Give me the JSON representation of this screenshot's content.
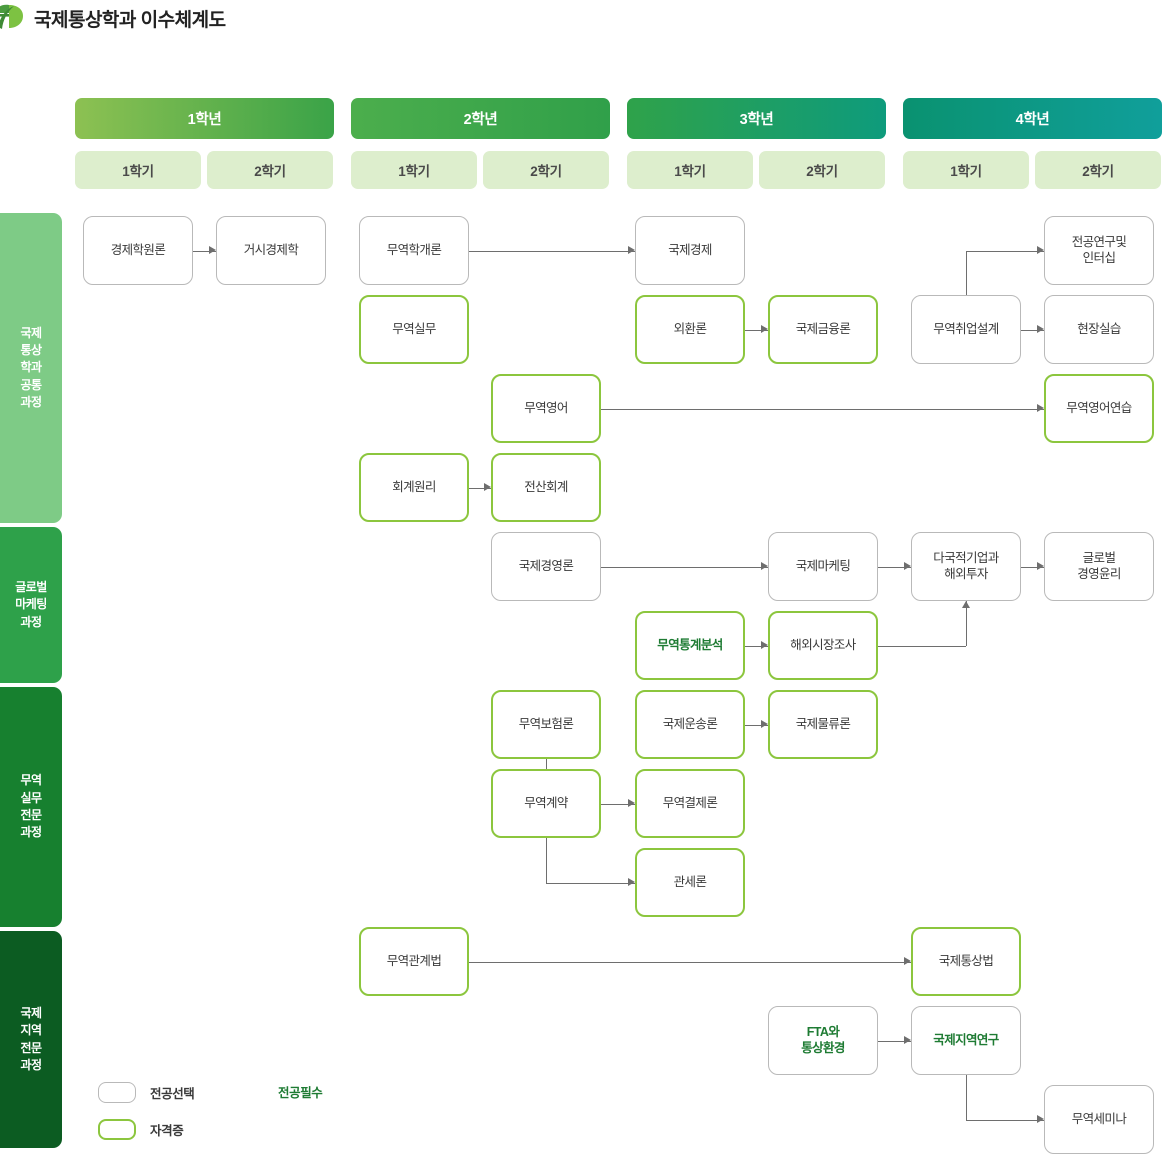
{
  "header": {
    "title": "국제통상학과 이수체계도",
    "logo_icon": "leaf-logo-icon"
  },
  "years": [
    {
      "label": "1학년",
      "color_from": "#8dc152",
      "color_to": "#3aa348"
    },
    {
      "label": "2학년",
      "color_from": "#4cae4c",
      "color_to": "#30a04a"
    },
    {
      "label": "3학년",
      "color_from": "#2fa24a",
      "color_to": "#0e9b7c"
    },
    {
      "label": "4학년",
      "color_from": "#0a9270",
      "color_to": "#109f9b"
    }
  ],
  "semesters": [
    {
      "label": "1학기"
    },
    {
      "label": "2학기"
    },
    {
      "label": "1학기"
    },
    {
      "label": "2학기"
    },
    {
      "label": "1학기"
    },
    {
      "label": "2학기"
    },
    {
      "label": "1학기"
    },
    {
      "label": "2학기"
    }
  ],
  "tracks": [
    {
      "lines": [
        "국제",
        "통상",
        "학과",
        "공통",
        "과정"
      ],
      "color": "#7ecb86"
    },
    {
      "lines": [
        "글로벌",
        "마케팅",
        "과정"
      ],
      "color": "#2ea14a"
    },
    {
      "lines": [
        "무역",
        "실무",
        "전문",
        "과정"
      ],
      "color": "#17802f"
    },
    {
      "lines": [
        "국제",
        "지역",
        "전문",
        "과정"
      ],
      "color": "#0c5c22"
    }
  ],
  "legend": {
    "elective": "전공선택",
    "required": "전공필수",
    "certificate": "자격증",
    "colors": {
      "elective_border": "#b9b9b9",
      "certificate_border": "#8cc63e",
      "required_text": "#1e7b33"
    }
  },
  "courses": [
    {
      "id": "c1",
      "label": "경제학원론",
      "type": "sel"
    },
    {
      "id": "c2",
      "label": "거시경제학",
      "type": "sel"
    },
    {
      "id": "c3",
      "label": "무역학개론",
      "type": "sel"
    },
    {
      "id": "c4",
      "label": "무역실무",
      "type": "cert"
    },
    {
      "id": "c5",
      "label": "국제경제",
      "type": "sel"
    },
    {
      "id": "c6",
      "label": "외환론",
      "type": "cert"
    },
    {
      "id": "c7",
      "label": "국제금융론",
      "type": "cert"
    },
    {
      "id": "c8",
      "label": "무역취업설계",
      "type": "sel"
    },
    {
      "id": "c9",
      "label": "전공연구및\n인터십",
      "type": "sel"
    },
    {
      "id": "c10",
      "label": "현장실습",
      "type": "sel"
    },
    {
      "id": "c11",
      "label": "무역영어",
      "type": "cert"
    },
    {
      "id": "c12",
      "label": "무역영어연습",
      "type": "cert"
    },
    {
      "id": "c13",
      "label": "회계원리",
      "type": "cert"
    },
    {
      "id": "c14",
      "label": "전산회계",
      "type": "cert"
    },
    {
      "id": "c15",
      "label": "국제경영론",
      "type": "sel"
    },
    {
      "id": "c16",
      "label": "국제마케팅",
      "type": "sel"
    },
    {
      "id": "c17",
      "label": "다국적기업과\n해외투자",
      "type": "sel"
    },
    {
      "id": "c18",
      "label": "글로벌\n경영윤리",
      "type": "sel"
    },
    {
      "id": "c19",
      "label": "무역통계분석",
      "type": "cert req"
    },
    {
      "id": "c20",
      "label": "해외시장조사",
      "type": "cert"
    },
    {
      "id": "c21",
      "label": "무역보험론",
      "type": "cert"
    },
    {
      "id": "c22",
      "label": "국제운송론",
      "type": "cert"
    },
    {
      "id": "c23",
      "label": "국제물류론",
      "type": "cert"
    },
    {
      "id": "c24",
      "label": "무역계약",
      "type": "cert"
    },
    {
      "id": "c25",
      "label": "무역결제론",
      "type": "cert"
    },
    {
      "id": "c26",
      "label": "관세론",
      "type": "cert"
    },
    {
      "id": "c27",
      "label": "무역관계법",
      "type": "cert"
    },
    {
      "id": "c28",
      "label": "국제통상법",
      "type": "cert"
    },
    {
      "id": "c29",
      "label": "FTA와\n통상환경",
      "type": "sel req"
    },
    {
      "id": "c30",
      "label": "국제지역연구",
      "type": "sel req"
    },
    {
      "id": "c31",
      "label": "무역세미나",
      "type": "sel"
    }
  ]
}
